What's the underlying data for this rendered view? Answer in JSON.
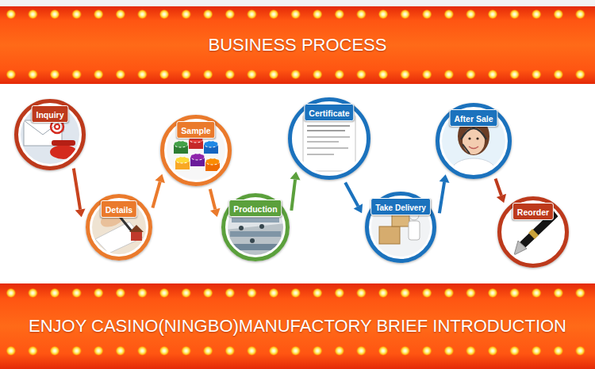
{
  "diagram": {
    "title": "BUSINESS PROCESS",
    "caption": "ENJOY CASINO(NINGBO)MANUFACTORY BRIEF INTRODUCTION",
    "nodes": [
      {
        "text": [
          "Inquiry"
        ]
      },
      {
        "text": [
          "Details"
        ]
      },
      {
        "text": [
          "Sample"
        ]
      },
      {
        "text": [
          "Production"
        ]
      },
      {
        "text": [
          "Certificate"
        ]
      },
      {
        "text": [
          "Take Delivery"
        ]
      },
      {
        "text": [
          "After Sale"
        ]
      },
      {
        "text": [
          "Reorder"
        ]
      }
    ],
    "edges": [
      {
        "from": 0,
        "to": 1,
        "arrow": "to"
      },
      {
        "from": 1,
        "to": 2,
        "arrow": "to"
      },
      {
        "from": 2,
        "to": 3,
        "arrow": "to"
      },
      {
        "from": 3,
        "to": 4,
        "arrow": "to"
      },
      {
        "from": 4,
        "to": 5,
        "arrow": "to"
      },
      {
        "from": 5,
        "to": 6,
        "arrow": "to"
      },
      {
        "from": 6,
        "to": 7,
        "arrow": "to"
      }
    ]
  }
}
